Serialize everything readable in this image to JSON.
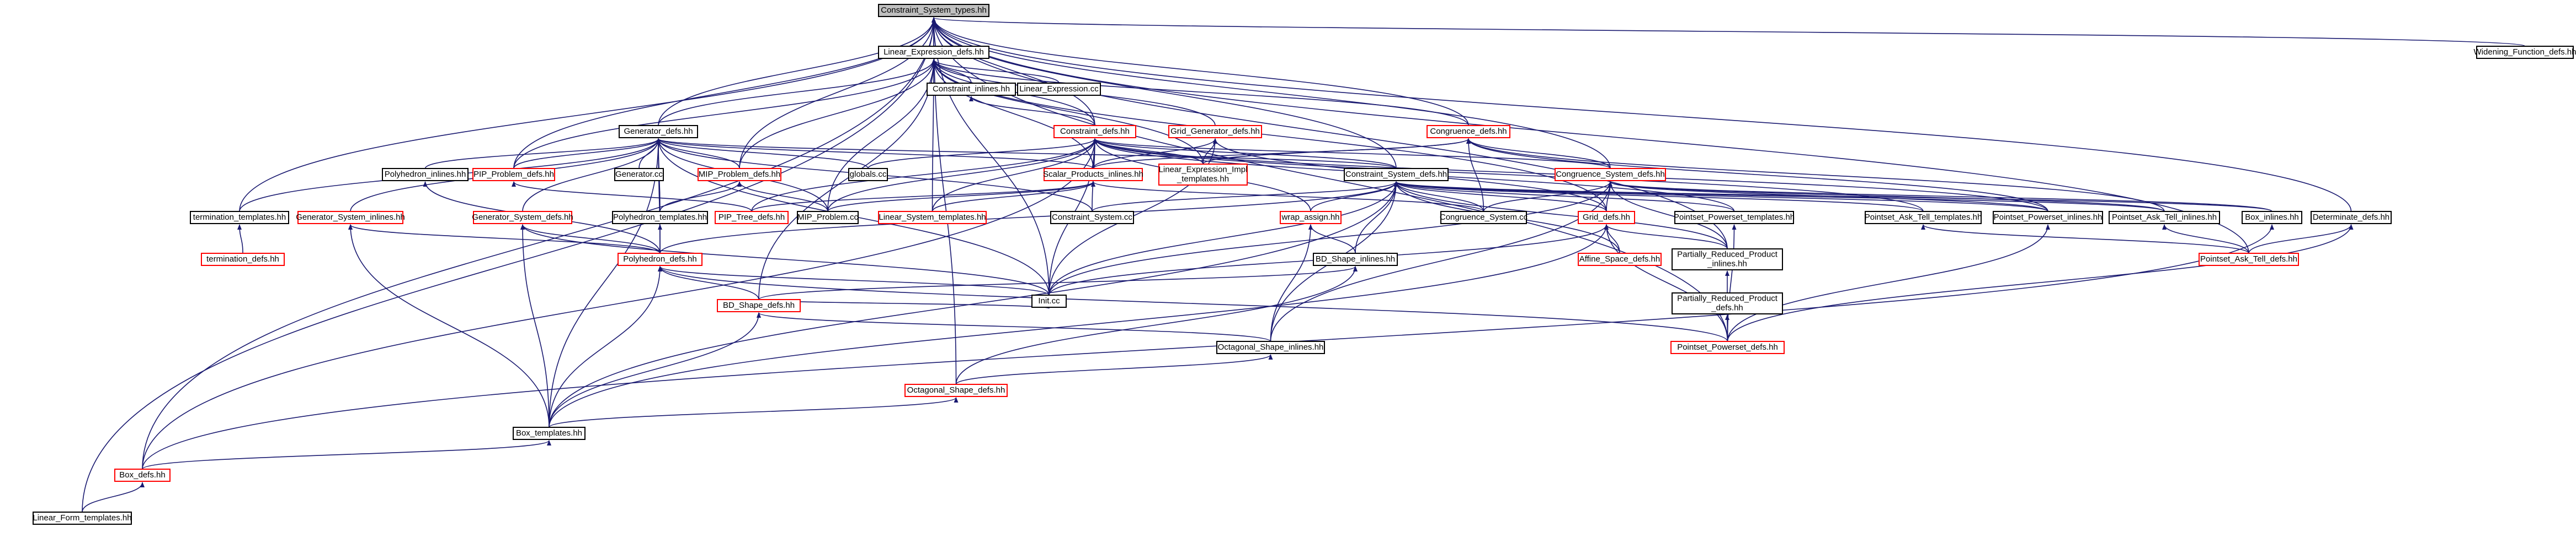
{
  "colors": {
    "edge": "#191970",
    "border_normal": "#000000",
    "border_red": "#ff0000",
    "focus_fill": "#bfbfbf",
    "background": "#ffffff"
  },
  "graph": {
    "nodes": [
      {
        "id": "n_cst",
        "label": "Constraint_System_types.hh",
        "border": "normal",
        "focus": true
      },
      {
        "id": "n_led",
        "label": "Linear_Expression_defs.hh",
        "border": "normal"
      },
      {
        "id": "n_wfd",
        "label": "Widening_Function_defs.hh",
        "border": "normal"
      },
      {
        "id": "n_ci",
        "label": "Constraint_inlines.hh",
        "border": "normal"
      },
      {
        "id": "n_lecc",
        "label": "Linear_Expression.cc",
        "border": "normal"
      },
      {
        "id": "n_gd",
        "label": "Generator_defs.hh",
        "border": "normal"
      },
      {
        "id": "n_cd",
        "label": "Constraint_defs.hh",
        "border": "red"
      },
      {
        "id": "n_ggd",
        "label": "Grid_Generator_defs.hh",
        "border": "red"
      },
      {
        "id": "n_congd",
        "label": "Congruence_defs.hh",
        "border": "red"
      },
      {
        "id": "n_phi",
        "label": "Polyhedron_inlines.hh",
        "border": "normal"
      },
      {
        "id": "n_pipd",
        "label": "PIP_Problem_defs.hh",
        "border": "red"
      },
      {
        "id": "n_gcc",
        "label": "Generator.cc",
        "border": "normal"
      },
      {
        "id": "n_mipd",
        "label": "MIP_Problem_defs.hh",
        "border": "red"
      },
      {
        "id": "n_globals",
        "label": "globals.cc",
        "border": "normal"
      },
      {
        "id": "n_spi",
        "label": "Scalar_Products_inlines.hh",
        "border": "red"
      },
      {
        "id": "n_leit",
        "label": "Linear_Expression_Impl\n_templates.hh",
        "border": "red"
      },
      {
        "id": "n_csd",
        "label": "Constraint_System_defs.hh",
        "border": "normal"
      },
      {
        "id": "n_cgsd",
        "label": "Congruence_System_defs.hh",
        "border": "red"
      },
      {
        "id": "n_tt",
        "label": "termination_templates.hh",
        "border": "normal"
      },
      {
        "id": "n_gsi",
        "label": "Generator_System_inlines.hh",
        "border": "red"
      },
      {
        "id": "n_gsd",
        "label": "Generator_System_defs.hh",
        "border": "red"
      },
      {
        "id": "n_pht",
        "label": "Polyhedron_templates.hh",
        "border": "normal"
      },
      {
        "id": "n_piptd",
        "label": "PIP_Tree_defs.hh",
        "border": "red"
      },
      {
        "id": "n_mipcc",
        "label": "MIP_Problem.cc",
        "border": "normal"
      },
      {
        "id": "n_lst",
        "label": "Linear_System_templates.hh",
        "border": "red"
      },
      {
        "id": "n_cscc",
        "label": "Constraint_System.cc",
        "border": "normal"
      },
      {
        "id": "n_wa",
        "label": "wrap_assign.hh",
        "border": "red"
      },
      {
        "id": "n_cgscc",
        "label": "Congruence_System.cc",
        "border": "normal"
      },
      {
        "id": "n_grd",
        "label": "Grid_defs.hh",
        "border": "red"
      },
      {
        "id": "n_ppt",
        "label": "Pointset_Powerset_templates.hh",
        "border": "normal"
      },
      {
        "id": "n_patt",
        "label": "Pointset_Ask_Tell_templates.hh",
        "border": "normal"
      },
      {
        "id": "n_ppi",
        "label": "Pointset_Powerset_inlines.hh",
        "border": "normal"
      },
      {
        "id": "n_pati",
        "label": "Pointset_Ask_Tell_inlines.hh",
        "border": "normal"
      },
      {
        "id": "n_boxi",
        "label": "Box_inlines.hh",
        "border": "normal"
      },
      {
        "id": "n_detd",
        "label": "Determinate_defs.hh",
        "border": "normal"
      },
      {
        "id": "n_termd",
        "label": "termination_defs.hh",
        "border": "red"
      },
      {
        "id": "n_phd",
        "label": "Polyhedron_defs.hh",
        "border": "red"
      },
      {
        "id": "n_bdsi",
        "label": "BD_Shape_inlines.hh",
        "border": "normal"
      },
      {
        "id": "n_asd",
        "label": "Affine_Space_defs.hh",
        "border": "red"
      },
      {
        "id": "n_prpi",
        "label": "Partially_Reduced_Product\n_inlines.hh",
        "border": "normal"
      },
      {
        "id": "n_patd",
        "label": "Pointset_Ask_Tell_defs.hh",
        "border": "red"
      },
      {
        "id": "n_initcc",
        "label": "Init.cc",
        "border": "normal"
      },
      {
        "id": "n_bdsd",
        "label": "BD_Shape_defs.hh",
        "border": "red"
      },
      {
        "id": "n_prpd",
        "label": "Partially_Reduced_Product\n_defs.hh",
        "border": "normal"
      },
      {
        "id": "n_osi",
        "label": "Octagonal_Shape_inlines.hh",
        "border": "normal"
      },
      {
        "id": "n_ppd",
        "label": "Pointset_Powerset_defs.hh",
        "border": "red"
      },
      {
        "id": "n_osd",
        "label": "Octagonal_Shape_defs.hh",
        "border": "red"
      },
      {
        "id": "n_boxt",
        "label": "Box_templates.hh",
        "border": "normal"
      },
      {
        "id": "n_boxd",
        "label": "Box_defs.hh",
        "border": "red"
      },
      {
        "id": "n_lft",
        "label": "Linear_Form_templates.hh",
        "border": "normal"
      }
    ],
    "edges": [
      [
        "n_led",
        "n_cst"
      ],
      [
        "n_wfd",
        "n_cst"
      ],
      [
        "n_gd",
        "n_cst"
      ],
      [
        "n_cd",
        "n_cst"
      ],
      [
        "n_congd",
        "n_cst"
      ],
      [
        "n_csd",
        "n_cst"
      ],
      [
        "n_cgsd",
        "n_cst"
      ],
      [
        "n_pipd",
        "n_cst"
      ],
      [
        "n_mipd",
        "n_cst"
      ],
      [
        "n_detd",
        "n_cst"
      ],
      [
        "n_patd",
        "n_cst"
      ],
      [
        "n_prpi",
        "n_cst"
      ],
      [
        "n_ppd",
        "n_cst"
      ],
      [
        "n_boxd",
        "n_cst"
      ],
      [
        "n_tt",
        "n_cst"
      ],
      [
        "n_initcc",
        "n_cst"
      ],
      [
        "n_osd",
        "n_cst"
      ],
      [
        "n_lft",
        "n_cst"
      ],
      [
        "n_ci",
        "n_led"
      ],
      [
        "n_lecc",
        "n_led"
      ],
      [
        "n_gd",
        "n_led"
      ],
      [
        "n_cd",
        "n_led"
      ],
      [
        "n_ggd",
        "n_led"
      ],
      [
        "n_congd",
        "n_led"
      ],
      [
        "n_pipd",
        "n_led"
      ],
      [
        "n_mipd",
        "n_led"
      ],
      [
        "n_spi",
        "n_led"
      ],
      [
        "n_leit",
        "n_led"
      ],
      [
        "n_grd",
        "n_led"
      ],
      [
        "n_mipcc",
        "n_led"
      ],
      [
        "n_lst",
        "n_led"
      ],
      [
        "n_bdsd",
        "n_led"
      ],
      [
        "n_cd",
        "n_ci"
      ],
      [
        "n_phi",
        "n_gd"
      ],
      [
        "n_pipd",
        "n_gd"
      ],
      [
        "n_gcc",
        "n_gd"
      ],
      [
        "n_mipd",
        "n_gd"
      ],
      [
        "n_globals",
        "n_gd"
      ],
      [
        "n_spi",
        "n_gd"
      ],
      [
        "n_csd",
        "n_gd"
      ],
      [
        "n_tt",
        "n_gd"
      ],
      [
        "n_gsi",
        "n_gd"
      ],
      [
        "n_gsd",
        "n_gd"
      ],
      [
        "n_pht",
        "n_gd"
      ],
      [
        "n_mipcc",
        "n_gd"
      ],
      [
        "n_cscc",
        "n_gd"
      ],
      [
        "n_initcc",
        "n_gd"
      ],
      [
        "n_boxt",
        "n_gd"
      ],
      [
        "n_phd",
        "n_gd"
      ],
      [
        "n_globals",
        "n_cd"
      ],
      [
        "n_spi",
        "n_cd"
      ],
      [
        "n_leit",
        "n_cd"
      ],
      [
        "n_csd",
        "n_cd"
      ],
      [
        "n_cgsd",
        "n_cd"
      ],
      [
        "n_piptd",
        "n_cd"
      ],
      [
        "n_mipcc",
        "n_cd"
      ],
      [
        "n_lst",
        "n_cd"
      ],
      [
        "n_cscc",
        "n_cd"
      ],
      [
        "n_wa",
        "n_cd"
      ],
      [
        "n_ppt",
        "n_cd"
      ],
      [
        "n_patt",
        "n_cd"
      ],
      [
        "n_ppi",
        "n_cd"
      ],
      [
        "n_initcc",
        "n_cd"
      ],
      [
        "n_boxd",
        "n_cd"
      ],
      [
        "n_spi",
        "n_ggd"
      ],
      [
        "n_leit",
        "n_ggd"
      ],
      [
        "n_grd",
        "n_ggd"
      ],
      [
        "n_initcc",
        "n_ggd"
      ],
      [
        "n_spi",
        "n_congd"
      ],
      [
        "n_cgsd",
        "n_congd"
      ],
      [
        "n_cgscc",
        "n_congd"
      ],
      [
        "n_ppi",
        "n_congd"
      ],
      [
        "n_pati",
        "n_congd"
      ],
      [
        "n_leit",
        "n_congd"
      ],
      [
        "n_phd",
        "n_phi"
      ],
      [
        "n_piptd",
        "n_pipd"
      ],
      [
        "n_mipcc",
        "n_mipd"
      ],
      [
        "n_pht",
        "n_mipd"
      ],
      [
        "n_piptd",
        "n_spi"
      ],
      [
        "n_lst",
        "n_spi"
      ],
      [
        "n_cgscc",
        "n_spi"
      ],
      [
        "n_mipcc",
        "n_spi"
      ],
      [
        "n_cscc",
        "n_csd"
      ],
      [
        "n_wa",
        "n_csd"
      ],
      [
        "n_cgscc",
        "n_csd"
      ],
      [
        "n_grd",
        "n_csd"
      ],
      [
        "n_ppt",
        "n_csd"
      ],
      [
        "n_patt",
        "n_csd"
      ],
      [
        "n_ppi",
        "n_csd"
      ],
      [
        "n_pati",
        "n_csd"
      ],
      [
        "n_boxi",
        "n_csd"
      ],
      [
        "n_phd",
        "n_csd"
      ],
      [
        "n_bdsi",
        "n_csd"
      ],
      [
        "n_asd",
        "n_csd"
      ],
      [
        "n_prpi",
        "n_csd"
      ],
      [
        "n_initcc",
        "n_csd"
      ],
      [
        "n_osi",
        "n_csd"
      ],
      [
        "n_boxt",
        "n_csd"
      ],
      [
        "n_cgscc",
        "n_cgsd"
      ],
      [
        "n_grd",
        "n_cgsd"
      ],
      [
        "n_ppi",
        "n_cgsd"
      ],
      [
        "n_pati",
        "n_cgsd"
      ],
      [
        "n_boxi",
        "n_cgsd"
      ],
      [
        "n_prpi",
        "n_cgsd"
      ],
      [
        "n_osi",
        "n_cgsd"
      ],
      [
        "n_initcc",
        "n_cgsd"
      ],
      [
        "n_termd",
        "n_tt"
      ],
      [
        "n_phd",
        "n_gsi"
      ],
      [
        "n_boxt",
        "n_gsi"
      ],
      [
        "n_phd",
        "n_gsd"
      ],
      [
        "n_initcc",
        "n_gsd"
      ],
      [
        "n_boxt",
        "n_gsd"
      ],
      [
        "n_phd",
        "n_pht"
      ],
      [
        "n_bdsi",
        "n_wa"
      ],
      [
        "n_osi",
        "n_wa"
      ],
      [
        "n_asd",
        "n_grd"
      ],
      [
        "n_prpi",
        "n_grd"
      ],
      [
        "n_ppd",
        "n_grd"
      ],
      [
        "n_initcc",
        "n_grd"
      ],
      [
        "n_boxt",
        "n_grd"
      ],
      [
        "n_ppd",
        "n_ppt"
      ],
      [
        "n_patd",
        "n_patt"
      ],
      [
        "n_ppd",
        "n_ppi"
      ],
      [
        "n_patd",
        "n_pati"
      ],
      [
        "n_boxd",
        "n_boxi"
      ],
      [
        "n_patd",
        "n_detd"
      ],
      [
        "n_ppd",
        "n_detd"
      ],
      [
        "n_initcc",
        "n_phd"
      ],
      [
        "n_bdsd",
        "n_phd"
      ],
      [
        "n_ppd",
        "n_phd"
      ],
      [
        "n_boxt",
        "n_phd"
      ],
      [
        "n_bdsd",
        "n_bdsi"
      ],
      [
        "n_osd",
        "n_bdsi"
      ],
      [
        "n_prpd",
        "n_prpi"
      ],
      [
        "n_ppd",
        "n_prpd"
      ],
      [
        "n_bdsd",
        "n_initcc"
      ],
      [
        "n_osi",
        "n_bdsd"
      ],
      [
        "n_boxt",
        "n_bdsd"
      ],
      [
        "n_osd",
        "n_osi"
      ],
      [
        "n_boxt",
        "n_osd"
      ],
      [
        "n_boxd",
        "n_boxt"
      ],
      [
        "n_lft",
        "n_boxd"
      ]
    ]
  }
}
